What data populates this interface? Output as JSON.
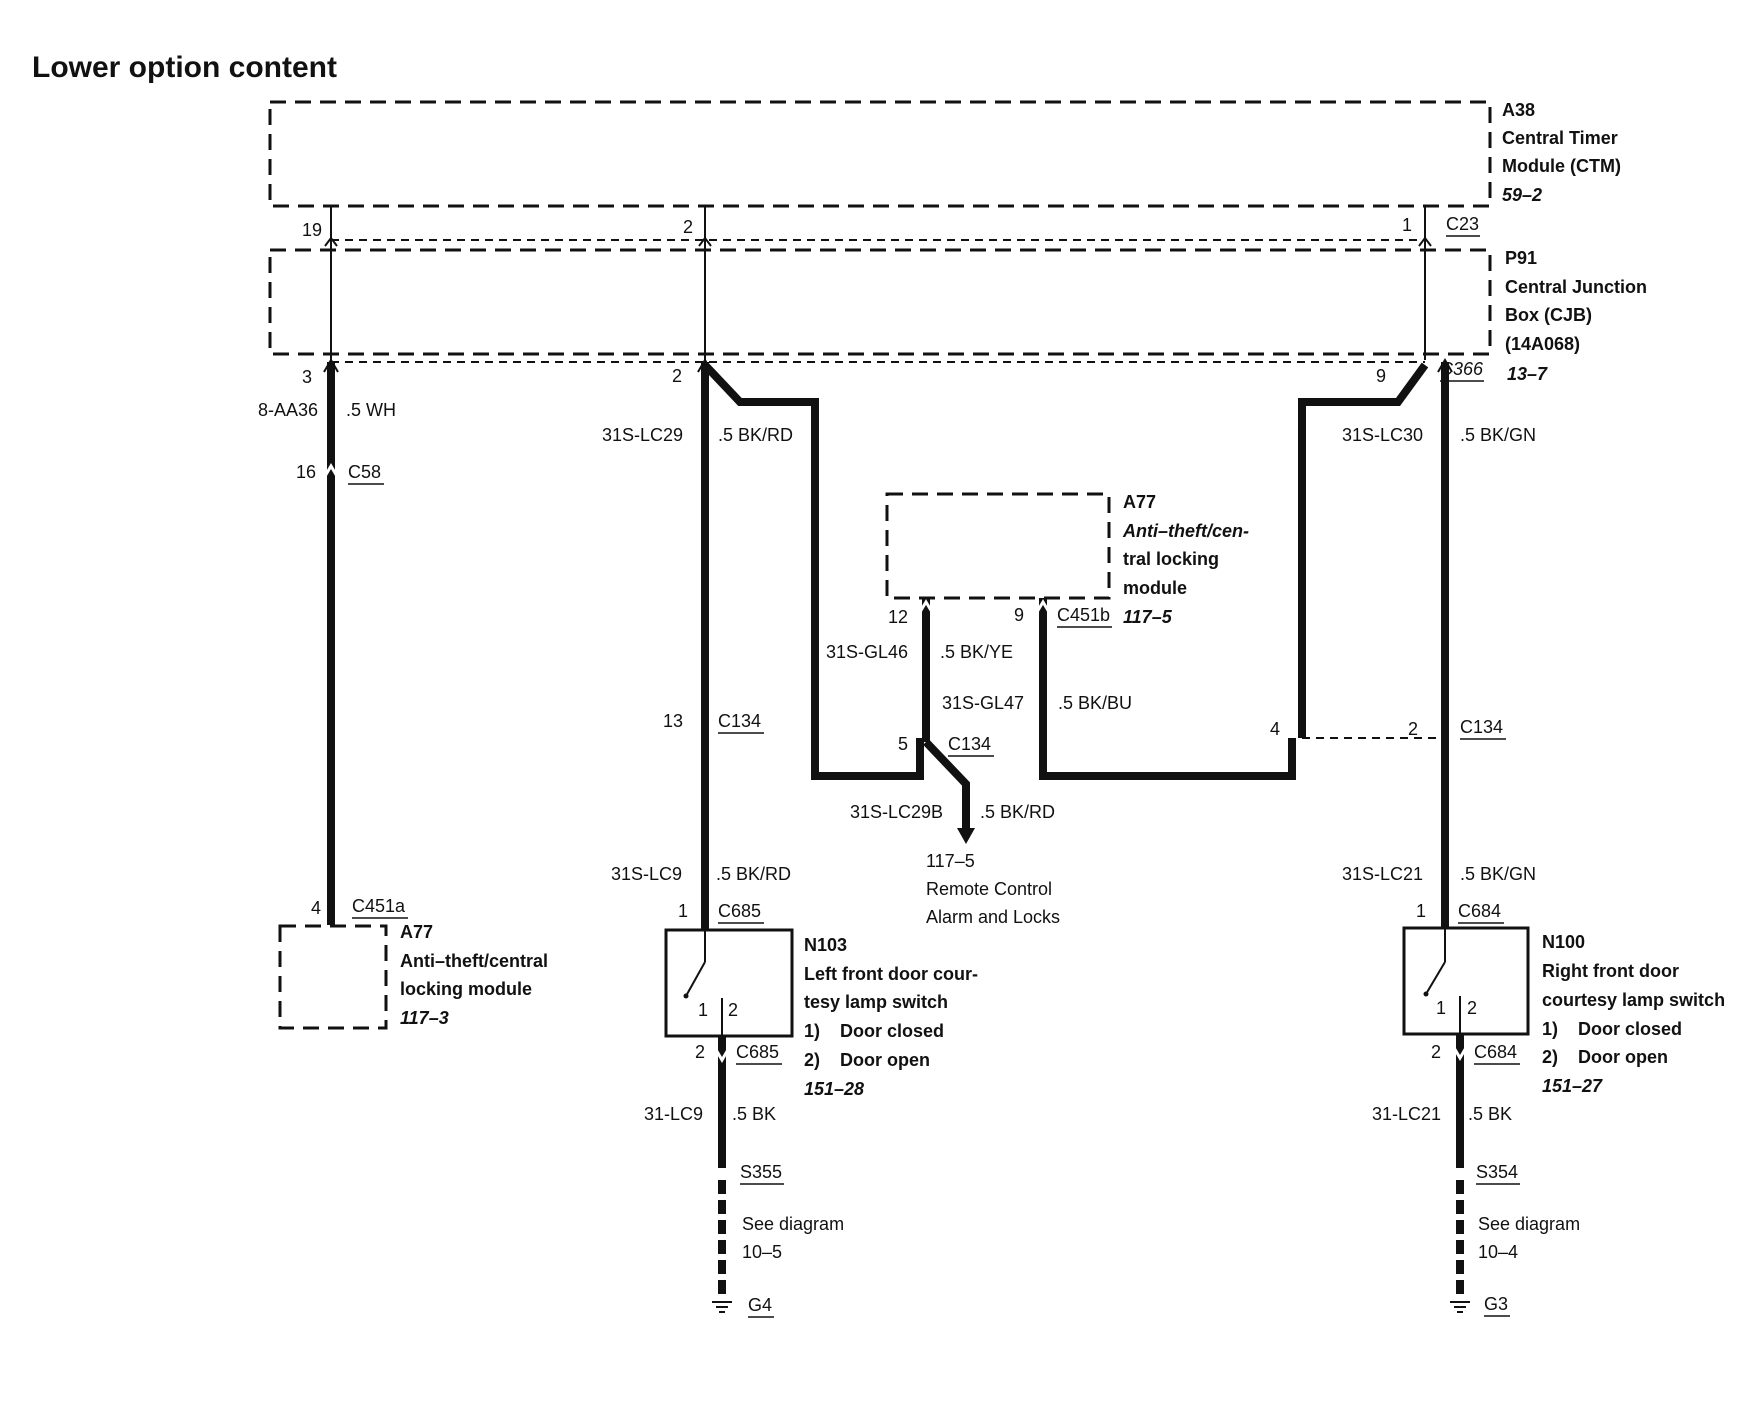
{
  "title": "Lower option content",
  "modules": {
    "ctm": {
      "id": "A38",
      "lines": [
        "Central Timer",
        "Module (CTM)"
      ],
      "ref": "59–2",
      "connector": "C23"
    },
    "cjb": {
      "id": "P91",
      "lines": [
        "Central Junction",
        "Box (CJB)",
        "(14A068)"
      ],
      "ref": "13–7",
      "connector": "C366"
    },
    "a77_center": {
      "id": "A77",
      "lines": [
        "Anti–theft/cen-",
        "tral locking",
        "module"
      ],
      "ref": "117–5",
      "connector": "C451b"
    },
    "a77_left": {
      "id": "A77",
      "lines": [
        "Anti–theft/central",
        "locking module"
      ],
      "ref": "117–3",
      "connector": "C451a"
    },
    "n103": {
      "id": "N103",
      "lines": [
        "Left front door cour-",
        "tesy lamp switch"
      ],
      "items": [
        "1)",
        "Door closed",
        "2)",
        "Door open"
      ],
      "ref": "151–28",
      "connector": "C685"
    },
    "n100": {
      "id": "N100",
      "lines": [
        "Right front door",
        "courtesy lamp switch"
      ],
      "items": [
        "1)",
        "Door closed",
        "2)",
        "Door open"
      ],
      "ref": "151–27",
      "connector": "C684"
    }
  },
  "pins": {
    "ctm_19": "19",
    "ctm_2": "2",
    "ctm_1": "1",
    "cjb_3": "3",
    "cjb_2": "2",
    "cjb_9": "9",
    "c58_16": "16",
    "c451a_4": "4",
    "c134_13": "13",
    "c134_5": "5",
    "c134_4": "4",
    "c134_2": "2",
    "a77c_12": "12",
    "a77c_9": "9",
    "n103_1": "1",
    "n103_2": "2",
    "n100_1": "1",
    "n100_2": "2",
    "sw_1": "1",
    "sw_2": "2"
  },
  "connectors": {
    "c58": "C58",
    "c134": "C134",
    "s355": "S355",
    "s354": "S354",
    "g4": "G4",
    "g3": "G3"
  },
  "wires": {
    "aa36": {
      "circuit": "8-AA36",
      "spec": ".5 WH"
    },
    "lc29": {
      "circuit": "31S-LC29",
      "spec": ".5 BK/RD"
    },
    "lc30": {
      "circuit": "31S-LC30",
      "spec": ".5 BK/GN"
    },
    "gl46": {
      "circuit": "31S-GL46",
      "spec": ".5 BK/YE"
    },
    "gl47": {
      "circuit": "31S-GL47",
      "spec": ".5 BK/BU"
    },
    "lc29b": {
      "circuit": "31S-LC29B",
      "spec": ".5 BK/RD"
    },
    "lc9": {
      "circuit": "31S-LC9",
      "spec": ".5 BK/RD"
    },
    "lc21": {
      "circuit": "31S-LC21",
      "spec": ".5 BK/GN"
    },
    "lc9g": {
      "circuit": "31-LC9",
      "spec": ".5 BK"
    },
    "lc21g": {
      "circuit": "31-LC21",
      "spec": ".5 BK"
    }
  },
  "refs": {
    "remote": [
      "117–5",
      "Remote Control",
      "Alarm and Locks"
    ],
    "see_left": [
      "See diagram",
      "10–5"
    ],
    "see_right": [
      "See diagram",
      "10–4"
    ]
  }
}
